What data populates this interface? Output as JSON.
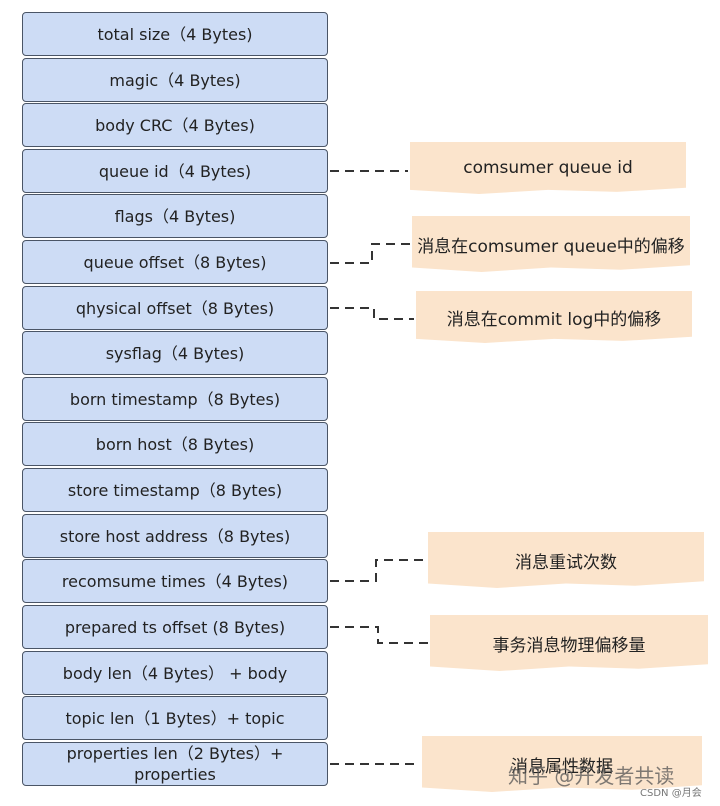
{
  "fields": [
    {
      "label": "total size（4 Bytes)"
    },
    {
      "label": "magic（4 Bytes)"
    },
    {
      "label": "body CRC（4 Bytes)"
    },
    {
      "label": "queue id（4 Bytes)"
    },
    {
      "label": "flags（4 Bytes)"
    },
    {
      "label": "queue offset（8 Bytes)"
    },
    {
      "label": "qhysical offset（8 Bytes)"
    },
    {
      "label": "sysflag（4 Bytes)"
    },
    {
      "label": "born timestamp（8 Bytes)"
    },
    {
      "label": "born host（8 Bytes)"
    },
    {
      "label": "store timestamp（8 Bytes)"
    },
    {
      "label": "store host address（8 Bytes)"
    },
    {
      "label": "recomsume times（4 Bytes)"
    },
    {
      "label": "prepared ts offset (8 Bytes)"
    },
    {
      "label": "body len（4 Bytes） + body"
    },
    {
      "label": "topic len（1 Bytes）+ topic"
    },
    {
      "label": "properties len（2 Bytes）+ properties"
    }
  ],
  "notes": [
    {
      "text": "comsumer queue id"
    },
    {
      "text": "消息在comsumer queue中的偏移"
    },
    {
      "text": "消息在commit log中的偏移"
    },
    {
      "text": "消息重试次数"
    },
    {
      "text": "事务消息物理偏移量"
    },
    {
      "text": "消息属性数据"
    }
  ],
  "colors": {
    "field_fill": "#cddcf5",
    "field_border": "#4a5566",
    "note_fill": "#fbe4cc",
    "connector": "#333333"
  },
  "watermark": "知乎 @开发者共读",
  "credit": "CSDN @月会"
}
